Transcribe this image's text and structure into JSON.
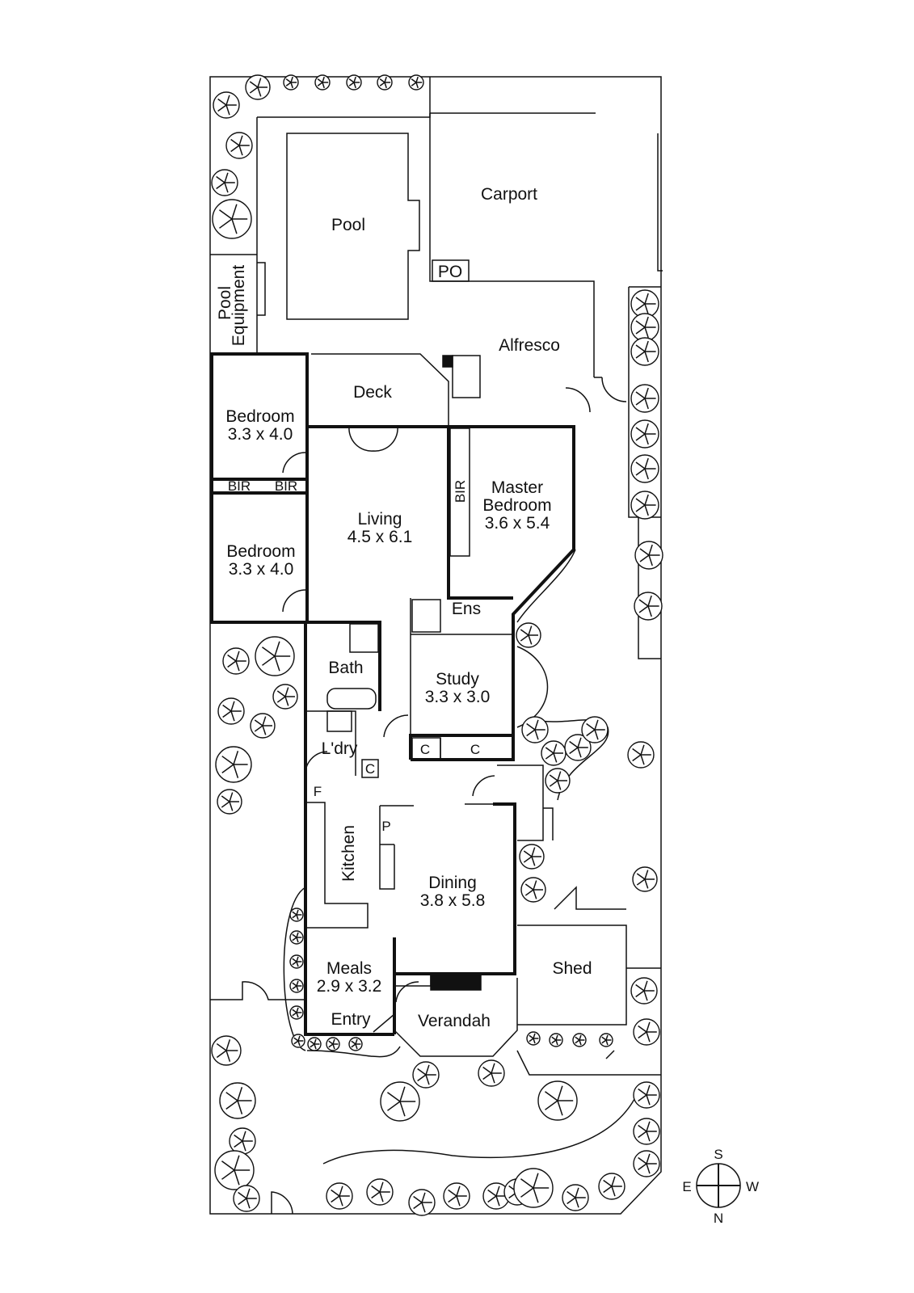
{
  "rooms": {
    "carport": "Carport",
    "pool": "Pool",
    "po": "PO",
    "pool_equipment_1": "Pool",
    "pool_equipment_2": "Equipment",
    "alfresco": "Alfresco",
    "deck": "Deck",
    "bedroom1_name": "Bedroom",
    "bedroom1_size": "3.3 x 4.0",
    "bir1": "BIR",
    "bir2": "BIR",
    "bedroom2_name": "Bedroom",
    "bedroom2_size": "3.3 x 4.0",
    "living_name": "Living",
    "living_size": "4.5 x 6.1",
    "bir_master": "BIR",
    "master_line1": "Master",
    "master_line2": "Bedroom",
    "master_size": "3.6 x 5.4",
    "ens": "Ens",
    "bath": "Bath",
    "study_name": "Study",
    "study_size": "3.3 x 3.0",
    "laundry": "L'dry",
    "c1": "C",
    "c2": "C",
    "c3": "C",
    "fridge": "F",
    "pantry": "P",
    "kitchen": "Kitchen",
    "dining_name": "Dining",
    "dining_size": "3.8 x 5.8",
    "meals_name": "Meals",
    "meals_size": "2.9 x 3.2",
    "entry": "Entry",
    "verandah": "Verandah",
    "shed": "Shed"
  },
  "compass": {
    "s": "S",
    "e": "E",
    "w": "W",
    "n": "N"
  }
}
